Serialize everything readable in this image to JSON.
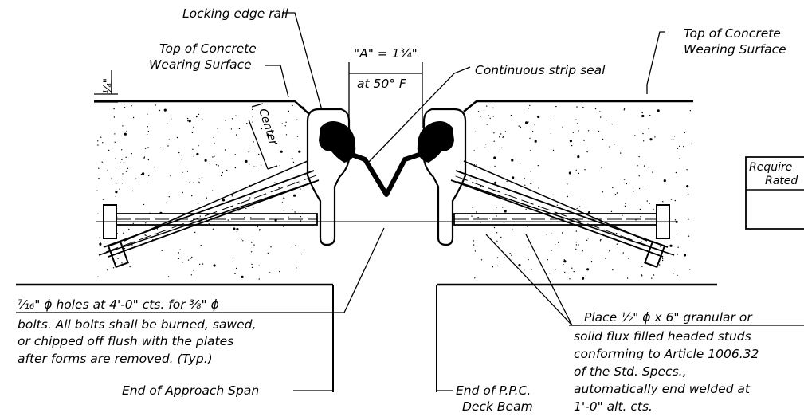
{
  "labels": {
    "locking_edge_rail": "Locking edge rail",
    "top_concrete_left_1": "Top of Concrete",
    "top_concrete_left_2": "Wearing Surface",
    "top_concrete_right_1": "Top of Concrete",
    "top_concrete_right_2": "Wearing Surface",
    "dim_a_1": "\"A\" = 1¾\"",
    "dim_a_2": "at 50° F",
    "strip_seal": "Continuous strip seal",
    "quarter_inch": "¼\"",
    "center": "Center",
    "table_header_1": "Require",
    "table_header_2": "Rated",
    "holes_note": [
      "⁷⁄₁₆\" ϕ holes at 4'-0\" cts. for ³⁄₈\" ϕ",
      "bolts. All bolts shall be burned, sawed,",
      "or chipped off flush with the plates",
      "after forms are removed. (Typ.)"
    ],
    "studs_note": [
      "Place ½\" ϕ x 6\" granular or",
      "solid flux filled headed studs",
      "conforming to Article 1006.32",
      "of the Std. Specs.,",
      "automatically end welded at",
      "1'-0\" alt. cts."
    ],
    "end_approach": "End of Approach Span",
    "end_ppc_1": "End of P.P.C.",
    "end_ppc_2": "Deck Beam"
  }
}
